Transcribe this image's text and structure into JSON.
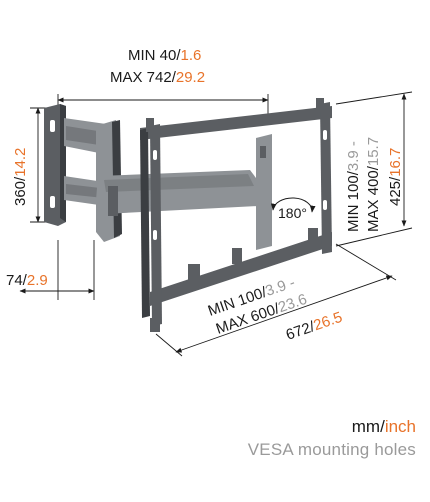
{
  "dimensions": {
    "width_min": {
      "label": "MIN 40/",
      "accent": "1.6"
    },
    "width_max": {
      "label": "MAX 742/",
      "accent": "29.2"
    },
    "wall_height": {
      "label": "360/",
      "accent": "14.2"
    },
    "wall_depth": {
      "label": "74/",
      "accent": "2.9"
    },
    "frame_width": {
      "label": "672/",
      "accent": "26.5"
    },
    "frame_height": {
      "label": "425/",
      "accent": "16.7"
    },
    "vesa_h_min": {
      "label": "MIN 100/",
      "accent": "3.9 -"
    },
    "vesa_h_max": {
      "label": "MAX 600/",
      "accent": "23.6"
    },
    "vesa_v_min": {
      "label": "MIN 100/",
      "accent": "3.9 -"
    },
    "vesa_v_max": {
      "label": "MAX 400/",
      "accent": "15.7"
    },
    "rotation": "180°"
  },
  "legend": {
    "unit_mm": "mm/",
    "unit_inch": "inch",
    "caption": "VESA mounting holes"
  },
  "colors": {
    "accent": "#e8732a",
    "text": "#1a1a1a",
    "caption": "#9a9a9a",
    "bracket": "#5b5e62",
    "arm": "#8e9296"
  }
}
